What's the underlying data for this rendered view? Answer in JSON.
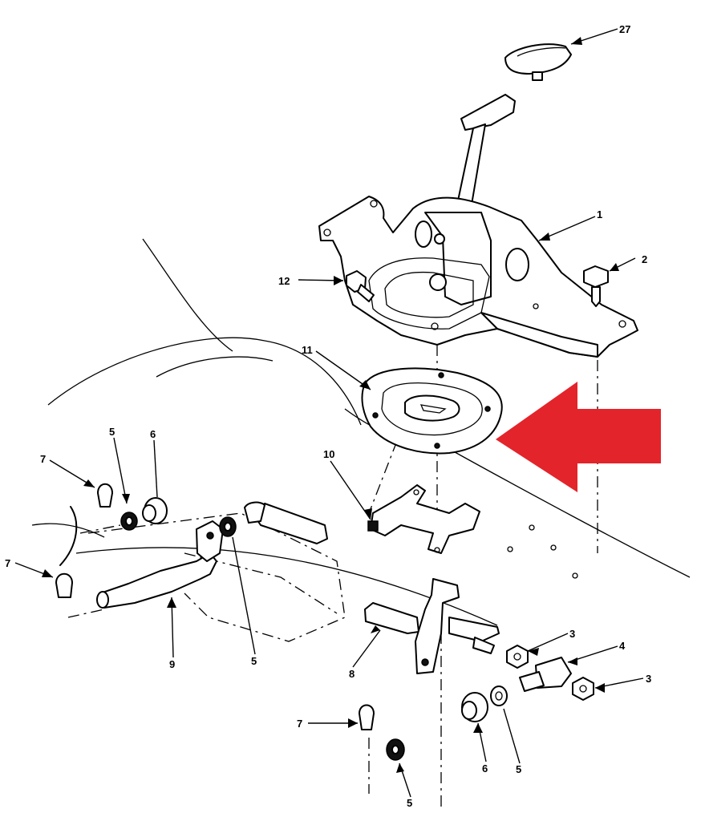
{
  "callouts": {
    "c27": "27",
    "c1": "1",
    "c2": "2",
    "c12": "12",
    "c11": "11",
    "c10": "10",
    "c5a": "5",
    "c6a": "6",
    "c7a": "7",
    "c7b": "7",
    "c9": "9",
    "c5b": "5",
    "c8": "8",
    "c3a": "3",
    "c4": "4",
    "c3b": "3",
    "c7c": "7",
    "c6b": "6",
    "c5c": "5",
    "c5d": "5"
  },
  "highlight": {
    "arrow_color": "#e3242b",
    "points_to": "11"
  }
}
